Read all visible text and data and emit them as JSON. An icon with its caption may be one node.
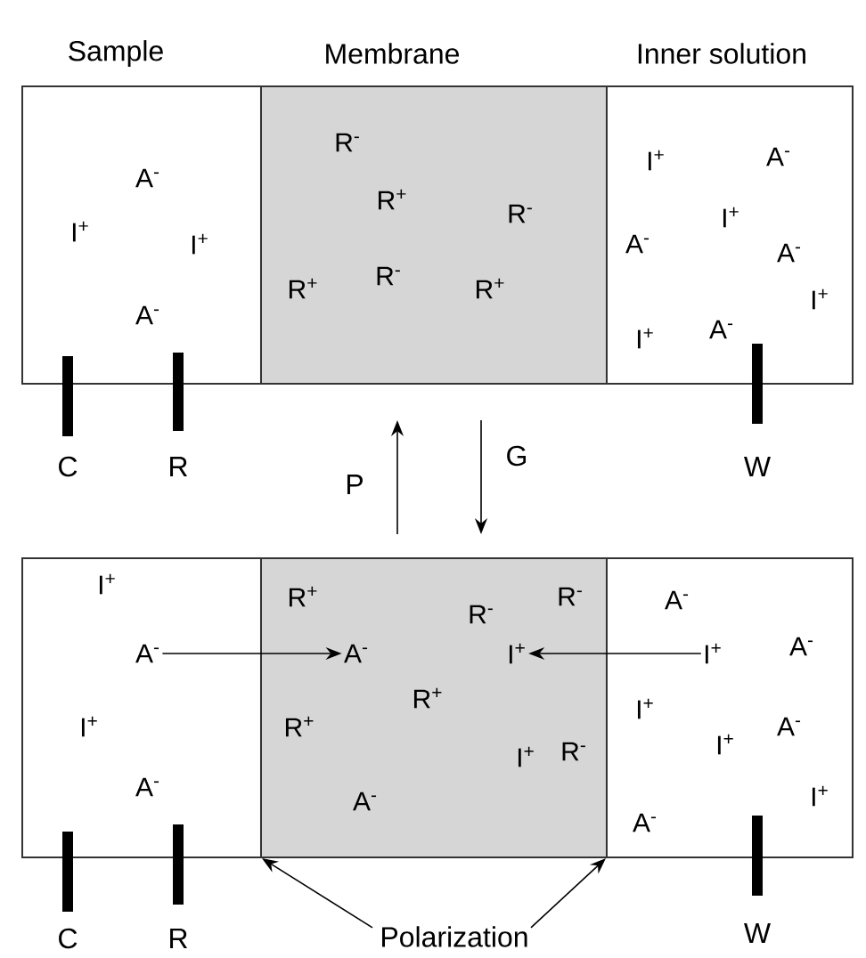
{
  "diagram": {
    "nodes": [
      {
        "text": [
          "Sample",
          "A$^{-}$",
          "I$^{+}$",
          "I$^{+}$",
          "A$^{-}$"
        ]
      },
      {
        "text": [
          "Membrane",
          "R$^{-}$",
          "R$^{+}$",
          "R$^{-}$",
          "R$^{+}$",
          "R$^{-}$",
          "R$^{+}$"
        ]
      },
      {
        "text": [
          "Inner solution",
          "I$^{+}$",
          "A$^{-}$",
          "I$^{+}$",
          "A$^{-}$",
          "A$^{-}$",
          "I$^{+}$",
          "I$^{+}$",
          "A$^{-}$"
        ]
      },
      {
        "text": [
          "I$^{+}$",
          "I$^{+}$",
          "A$^{-}$"
        ]
      },
      {
        "text": [
          "A$^{-}$"
        ],
        "in": 3
      },
      {
        "text": [
          "R$^{+}$",
          "R$^{-}$",
          "R$^{-}$",
          "R$^{+}$",
          "R$^{+}$",
          "I$^{+}$",
          "R$^{-}$",
          "A$^{-}$"
        ]
      },
      {
        "text": [
          "A$^{-}$"
        ],
        "in": 5
      },
      {
        "text": [
          "I$^{+}$"
        ],
        "in": 5
      },
      {
        "text": [
          "A$^{-}$",
          "A$^{-}$",
          "I$^{+}$",
          "I$^{+}$",
          "A$^{-}$",
          "A$^{-}$",
          "I$^{+}$"
        ]
      },
      {
        "text": [
          "I$^{+}$"
        ],
        "in": 8
      },
      {
        "text": [
          "Polarization"
        ]
      }
    ],
    "edges": [
      {
        "from": 5,
        "to": 1,
        "arrow": "to",
        "label": "P"
      },
      {
        "from": 1,
        "to": 5,
        "arrow": "to",
        "label": "G"
      },
      {
        "from": 4,
        "to": 6,
        "arrow": "to"
      },
      {
        "from": 9,
        "to": 7,
        "arrow": "to"
      },
      {
        "from": 10,
        "to": 5,
        "arrow": "to"
      },
      {
        "from": 10,
        "to": 5,
        "arrow": "to"
      }
    ],
    "labels": [
      "C",
      "R",
      "W",
      "C",
      "R",
      "W"
    ]
  }
}
